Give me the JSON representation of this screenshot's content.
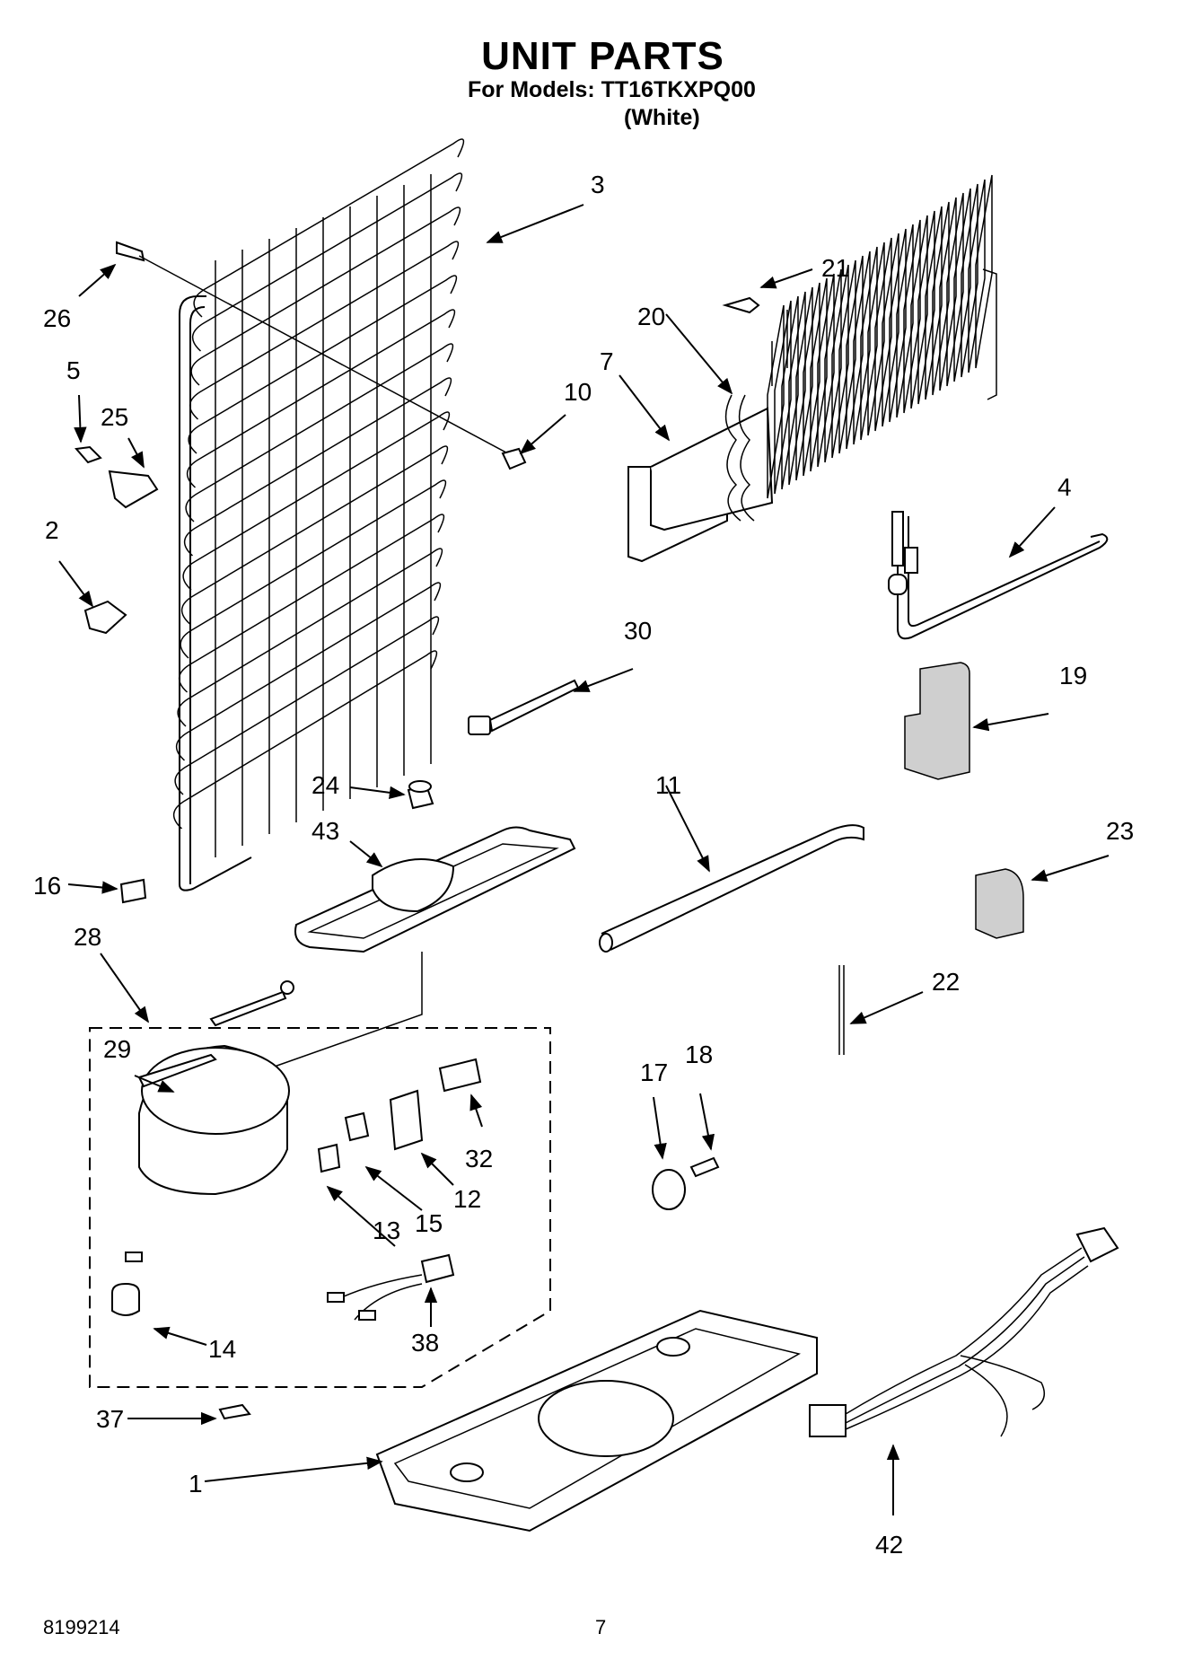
{
  "header": {
    "title": "UNIT PARTS",
    "models_line": "For Models: TT16TKXPQ00",
    "variant": "(White)"
  },
  "footer": {
    "doc_number": "8199214",
    "page_number": "7"
  },
  "callouts": {
    "c1": "1",
    "c2": "2",
    "c3": "3",
    "c4": "4",
    "c5": "5",
    "c7": "7",
    "c10": "10",
    "c11": "11",
    "c12": "12",
    "c13": "13",
    "c14": "14",
    "c15": "15",
    "c16": "16",
    "c17": "17",
    "c18": "18",
    "c19": "19",
    "c20": "20",
    "c21": "21",
    "c22": "22",
    "c23": "23",
    "c24": "24",
    "c25": "25",
    "c26": "26",
    "c28": "28",
    "c29": "29",
    "c30": "30",
    "c32": "32",
    "c37": "37",
    "c38": "38",
    "c42": "42",
    "c43": "43"
  }
}
